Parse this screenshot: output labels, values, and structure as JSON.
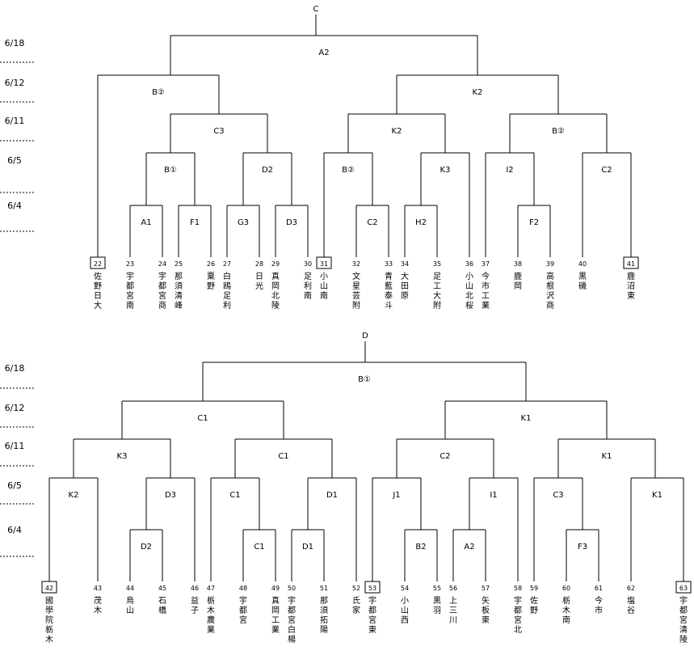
{
  "top": {
    "block_label": "C",
    "dates": [
      "6/18",
      "6/12",
      "6/11",
      "6/5",
      "6/4"
    ],
    "teams": [
      {
        "num": "22",
        "name": "佐野日大",
        "seed": true
      },
      {
        "num": "23",
        "name": "宇都宮南",
        "seed": false
      },
      {
        "num": "24",
        "name": "宇都宮商",
        "seed": false
      },
      {
        "num": "25",
        "name": "那須清峰",
        "seed": false
      },
      {
        "num": "26",
        "name": "粟野",
        "seed": false
      },
      {
        "num": "27",
        "name": "白鴎足利",
        "seed": false
      },
      {
        "num": "28",
        "name": "日光",
        "seed": false
      },
      {
        "num": "29",
        "name": "真岡北陵",
        "seed": false
      },
      {
        "num": "30",
        "name": "足利南",
        "seed": false
      },
      {
        "num": "31",
        "name": "小山南",
        "seed": true
      },
      {
        "num": "32",
        "name": "文星芸附",
        "seed": false
      },
      {
        "num": "33",
        "name": "青藍泰斗",
        "seed": false
      },
      {
        "num": "34",
        "name": "大田原",
        "seed": false
      },
      {
        "num": "35",
        "name": "足工大附",
        "seed": false
      },
      {
        "num": "36",
        "name": "小山北桜",
        "seed": false
      },
      {
        "num": "37",
        "name": "今市工業",
        "seed": false
      },
      {
        "num": "38",
        "name": "鹿岡",
        "seed": false
      },
      {
        "num": "39",
        "name": "高根沢商",
        "seed": false
      },
      {
        "num": "40",
        "name": "黒磯",
        "seed": false
      },
      {
        "num": "41",
        "name": "鹿沼東",
        "seed": true
      }
    ],
    "matches": {
      "final": "A2",
      "sf_left": "B②",
      "sf_right": "K2",
      "qf_1": "C3",
      "qf_2": "K2",
      "qf_3": "B②",
      "r3_1": "B①",
      "r3_2": "D2",
      "r3_3": "B②",
      "r3_4": "K3",
      "r3_5": "I2",
      "r3_6": "C2",
      "r2_1": "A1",
      "r2_2": "F1",
      "r2_3": "G3",
      "r2_4": "D3",
      "r2_5": "C2",
      "r2_6": "H2",
      "r2_7": "F2"
    }
  },
  "bottom": {
    "block_label": "D",
    "dates": [
      "6/18",
      "6/12",
      "6/11",
      "6/5",
      "6/4"
    ],
    "teams": [
      {
        "num": "42",
        "name": "國學院栃木",
        "seed": true
      },
      {
        "num": "43",
        "name": "茂木",
        "seed": false
      },
      {
        "num": "44",
        "name": "烏山",
        "seed": false
      },
      {
        "num": "45",
        "name": "石橋",
        "seed": false
      },
      {
        "num": "46",
        "name": "益子",
        "seed": false
      },
      {
        "num": "47",
        "name": "栃木農業",
        "seed": false
      },
      {
        "num": "48",
        "name": "宇都宮",
        "seed": false
      },
      {
        "num": "49",
        "name": "真岡工業",
        "seed": false
      },
      {
        "num": "50",
        "name": "宇都宮白楊",
        "seed": false
      },
      {
        "num": "51",
        "name": "那須拓陽",
        "seed": false
      },
      {
        "num": "52",
        "name": "氏家",
        "seed": false
      },
      {
        "num": "53",
        "name": "宇都宮東",
        "seed": true
      },
      {
        "num": "54",
        "name": "小山西",
        "seed": false
      },
      {
        "num": "55",
        "name": "黒羽",
        "seed": false
      },
      {
        "num": "56",
        "name": "上三川",
        "seed": false
      },
      {
        "num": "57",
        "name": "矢板東",
        "seed": false
      },
      {
        "num": "58",
        "name": "宇都宮北",
        "seed": false
      },
      {
        "num": "59",
        "name": "佐野",
        "seed": false
      },
      {
        "num": "60",
        "name": "栃木南",
        "seed": false
      },
      {
        "num": "61",
        "name": "今市",
        "seed": false
      },
      {
        "num": "62",
        "name": "塩谷",
        "seed": false
      },
      {
        "num": "63",
        "name": "宇都宮清陵",
        "seed": true
      }
    ],
    "matches": {
      "final": "B①",
      "sf_left": "C1",
      "sf_right": "K1",
      "qf_1": "K3",
      "qf_2": "C1",
      "qf_3": "C2",
      "qf_4": "K1",
      "r3_1": "K2",
      "r3_2": "D3",
      "r3_3": "C1",
      "r3_4": "D1",
      "r3_5": "J1",
      "r3_6": "I1",
      "r3_7": "C3",
      "r3_8": "K1",
      "r2_1": "D2",
      "r2_2": "C1",
      "r2_3": "D1",
      "r2_4": "B2",
      "r2_5": "A2",
      "r2_6": "F3"
    }
  }
}
